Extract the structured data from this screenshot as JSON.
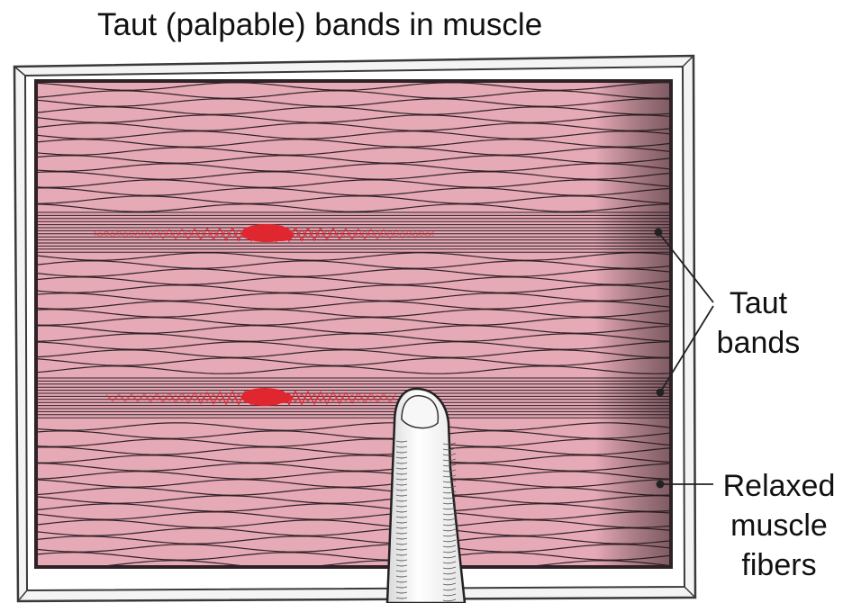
{
  "title": "Taut (palpable) bands in muscle",
  "labels": {
    "taut_line1": "Taut",
    "taut_line2": "bands",
    "relaxed_line1": "Relaxed",
    "relaxed_line2": "muscle",
    "relaxed_line3": "fibers"
  },
  "colors": {
    "muscle_fill": "#e6a9b6",
    "fiber_line": "#2e2226",
    "trigger_point": "#e0262f",
    "frame": "#3a3a3a"
  }
}
